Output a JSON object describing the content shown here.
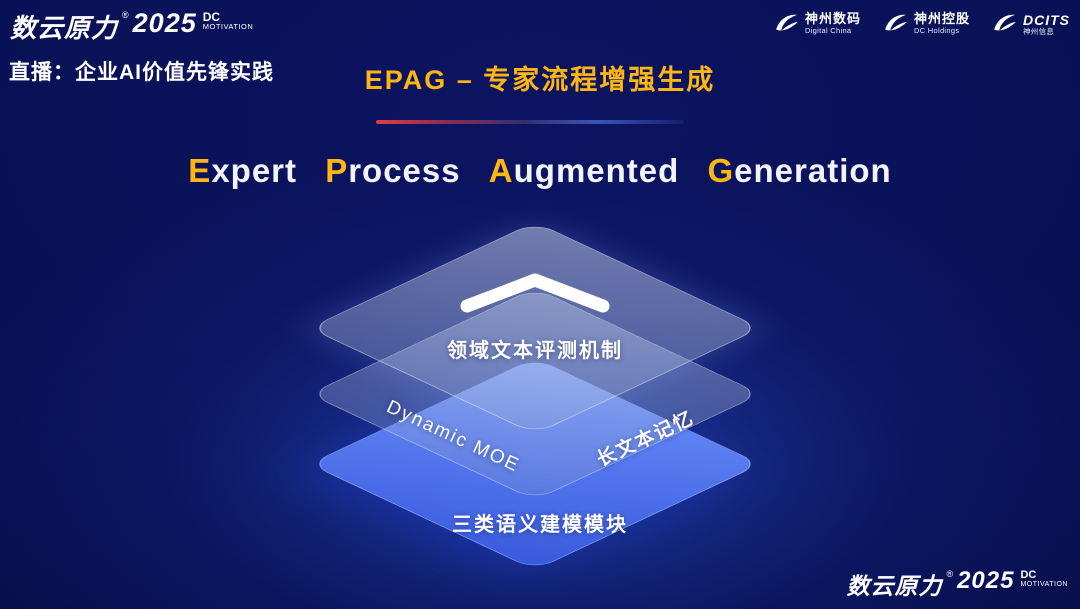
{
  "brand": {
    "name": "数云原力",
    "reg": "®",
    "year": "2025",
    "dc": "DC",
    "motivation": "MOTIVATION"
  },
  "header": {
    "live_label": "直播：企业AI价值先锋实践",
    "title": "EPAG – 专家流程增强生成"
  },
  "partners": [
    {
      "name": "神州数码",
      "sub": "Digital China",
      "icon": "swoosh-icon"
    },
    {
      "name": "神州控股",
      "sub": "DC Holdings",
      "icon": "swoosh-icon"
    },
    {
      "name": "DCITS",
      "sub": "神州信息",
      "icon": "swoosh-icon"
    }
  ],
  "subtitle": {
    "words": [
      {
        "initial": "E",
        "rest": "xpert"
      },
      {
        "initial": "P",
        "rest": "rocess"
      },
      {
        "initial": "A",
        "rest": "ugmented"
      },
      {
        "initial": "G",
        "rest": "eneration"
      }
    ]
  },
  "diagram": {
    "top_layer_label": "领域文本评测机制",
    "mid_layer_left_label": "Dynamic MOE",
    "mid_layer_right_label": "长文本记忆",
    "bottom_layer_label": "三类语义建模模块",
    "top_icon": "chevron-up-icon"
  },
  "colors": {
    "accent_gold": "#ffb612",
    "layer_blue": "#4a6cf0",
    "background_navy": "#081050",
    "divider_red": "#e23b45",
    "divider_blue": "#3a55b8"
  }
}
